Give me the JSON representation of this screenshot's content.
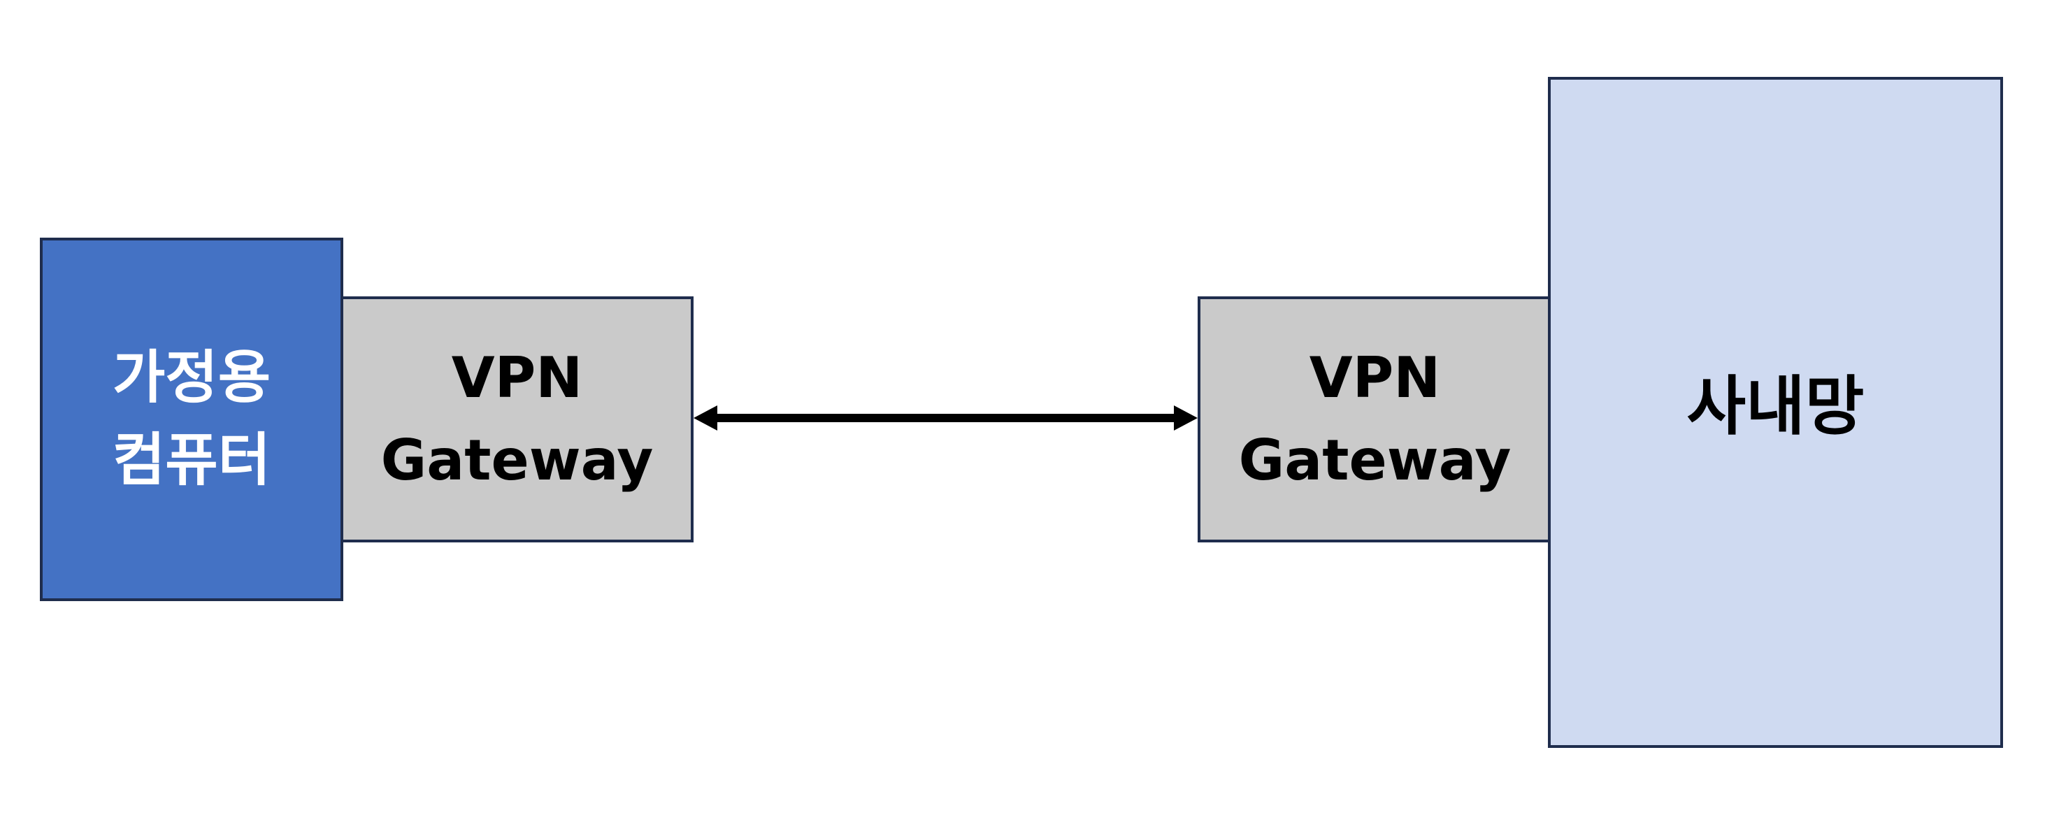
{
  "diagram": {
    "home_computer": {
      "line1": "가정용",
      "line2": "컴퓨터",
      "color": "#4472c4"
    },
    "vpn_gateway_left": {
      "line1": "VPN",
      "line2": "Gateway",
      "color": "#cacaca"
    },
    "vpn_gateway_right": {
      "line1": "VPN",
      "line2": "Gateway",
      "color": "#cacaca"
    },
    "intranet": {
      "label": "사내망",
      "color": "#cfdaf1"
    },
    "connector": {
      "type": "bidirectional-arrow",
      "color": "#000000"
    }
  }
}
